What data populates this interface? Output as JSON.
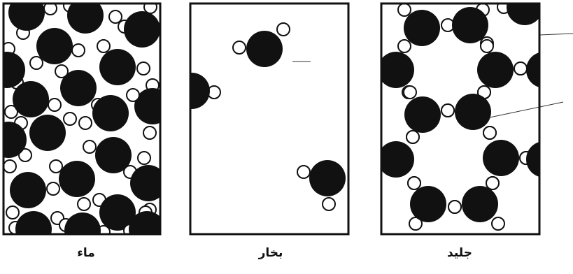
{
  "panels": [
    {
      "id": "water",
      "label": "ماء"
    },
    {
      "id": "vapor",
      "label": "بخار"
    },
    {
      "id": "ice",
      "label": "جليد"
    }
  ],
  "colors": {
    "oxygen": "#111111",
    "hydrogen": "#ffffff",
    "frame": "#111111"
  }
}
